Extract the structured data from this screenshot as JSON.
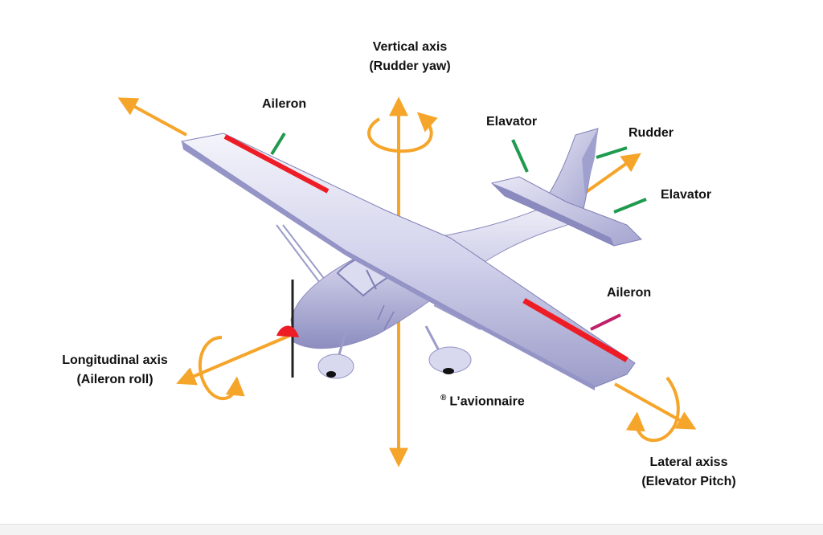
{
  "labels": {
    "vertical_axis": "Vertical axis",
    "rudder_yaw": "(Rudder yaw)",
    "aileron_left": "Aileron",
    "elevator_top": "Elavator",
    "rudder": "Rudder",
    "elevator_right": "Elavator",
    "aileron_right": "Aileron",
    "longitudinal_axis": "Longitudinal axis",
    "aileron_roll": "(Aileron roll)",
    "copyright_mark": "®",
    "copyright_text": "L’avionnaire",
    "lateral_axis": "Lateral axiss",
    "elevator_pitch": "(Elevator Pitch)"
  },
  "colors": {
    "axis_arrow": "#f5a52a",
    "control_surface": "#ee1c25",
    "leader_green": "#1f9a4e",
    "leader_magenta": "#c0206a",
    "airframe_light": "#e6e6f4",
    "airframe_mid": "#b6b6dc",
    "airframe_dark": "#7f7fb6"
  }
}
